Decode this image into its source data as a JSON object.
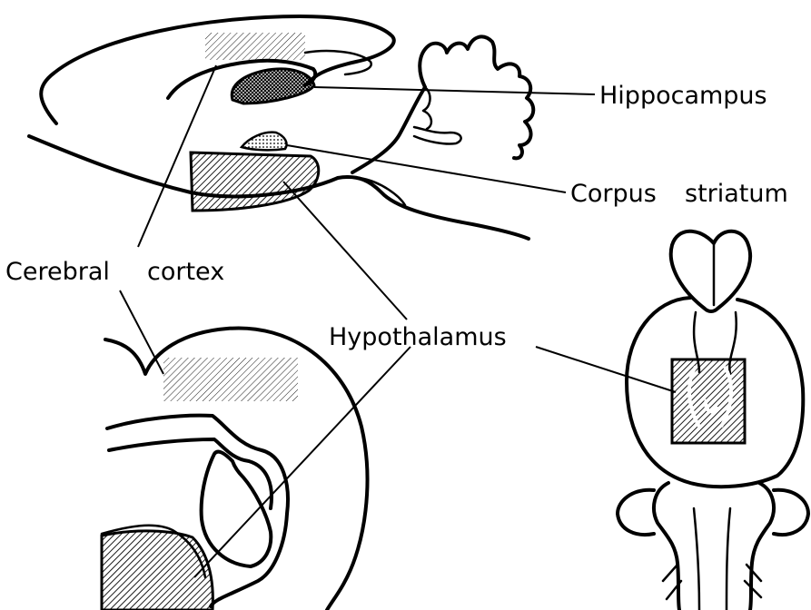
{
  "labels": {
    "hippocampus": "Hippocampus",
    "corpus_striatum_1": "Corpus",
    "corpus_striatum_2": "striatum",
    "cerebral_cortex_1": "Cerebral",
    "cerebral_cortex_2": "cortex",
    "hypothalamus": "Hypothalamus"
  },
  "colors": {
    "ink": "#000000",
    "background": "#ffffff"
  }
}
